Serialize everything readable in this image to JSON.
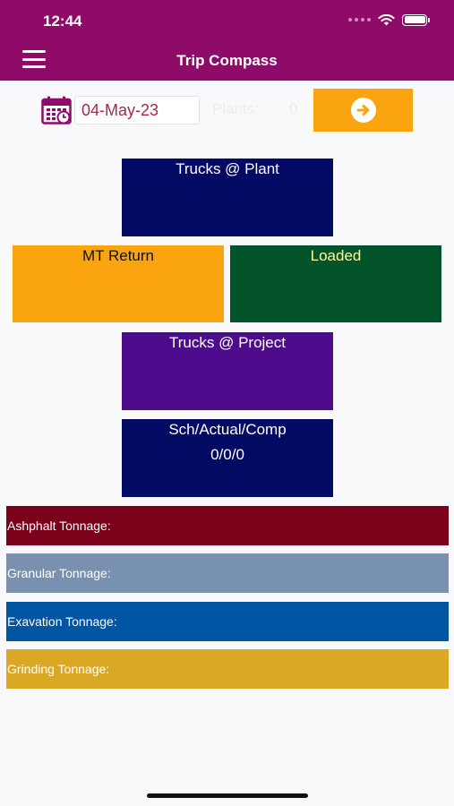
{
  "status_bar": {
    "time": "12:44"
  },
  "header": {
    "title": "Trip Compass"
  },
  "filters": {
    "date": "04-May-23",
    "plants_label": "Plants:",
    "plants_count": "0"
  },
  "tiles": {
    "trucks_at_plant": {
      "label": "Trucks @ Plant",
      "color": "#020a63"
    },
    "mt_return": {
      "label": "MT Return",
      "color": "#faa50f"
    },
    "loaded": {
      "label": "Loaded",
      "color": "#02522a"
    },
    "trucks_at_project": {
      "label": "Trucks @ Project",
      "color": "#4e0b8c"
    },
    "sch_actual_comp": {
      "label": "Sch/Actual/Comp",
      "value": "0/0/0",
      "color": "#020a63"
    }
  },
  "tonnage": [
    {
      "label": "Ashphalt Tonnage:",
      "color": "#7b001a"
    },
    {
      "label": "Granular Tonnage:",
      "color": "#7891b0"
    },
    {
      "label": "Exavation Tonnage:",
      "color": "#0055a3"
    },
    {
      "label": "Grinding Tonnage:",
      "color": "#dba824"
    }
  ],
  "icons": {
    "menu": "hamburger-menu-icon",
    "calendar": "calendar-icon",
    "go": "arrow-right-circle-icon",
    "wifi": "wifi-icon",
    "battery": "battery-icon",
    "signal": "signal-dots-icon"
  }
}
